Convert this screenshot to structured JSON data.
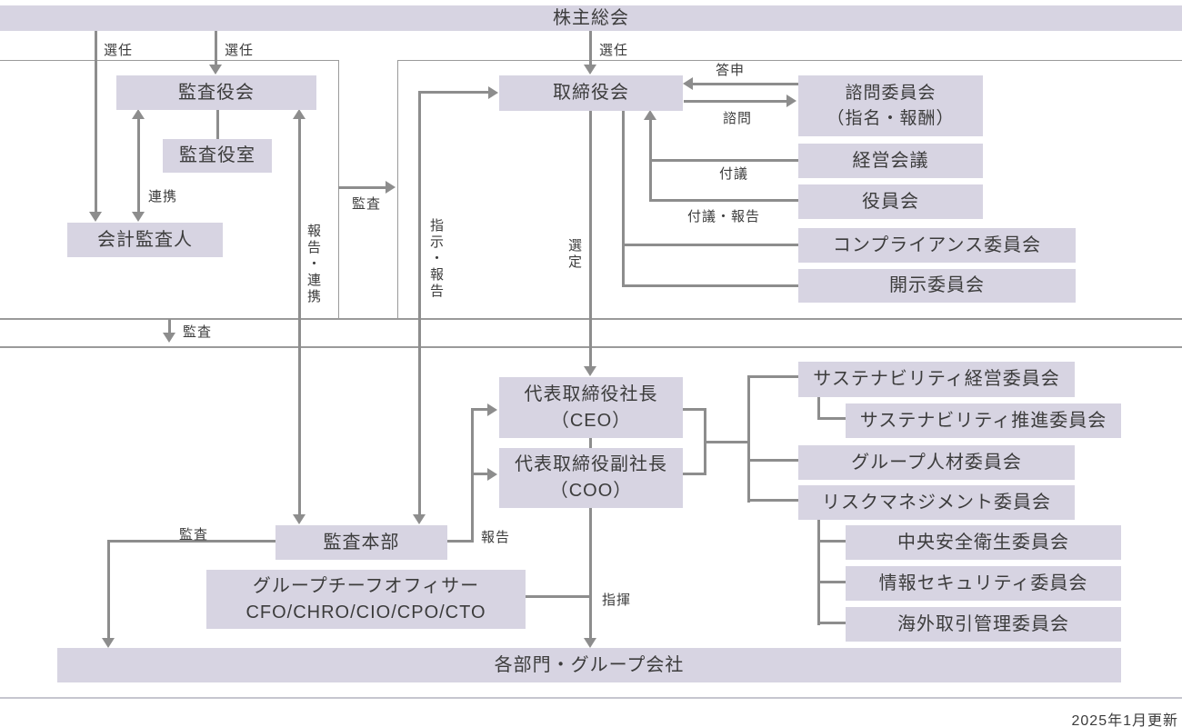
{
  "page": {
    "footer_note": "2025年1月更新"
  },
  "nodes": {
    "shareholders_meeting": "株主総会",
    "audit_and_supervisory_board": "監査役会",
    "audit_and_supervisory_board_office": "監査役室",
    "accounting_auditor": "会計監査人",
    "board_of_directors": "取締役会",
    "advisory_committee": {
      "line1": "諮問委員会",
      "line2": "（指名・報酬）"
    },
    "management_council": "経営会議",
    "executive_officers_council": "役員会",
    "compliance_committee": "コンプライアンス委員会",
    "disclosure_committee": "開示委員会",
    "president_ceo": {
      "line1": "代表取締役社長",
      "line2": "（CEO）"
    },
    "evp_coo": {
      "line1": "代表取締役副社長",
      "line2": "（COO）"
    },
    "sustainability_management_committee": "サステナビリティ経営委員会",
    "sustainability_promotion_committee": "サステナビリティ推進委員会",
    "group_talent_committee": "グループ人材委員会",
    "risk_management_committee": "リスクマネジメント委員会",
    "central_safety_health_committee": "中央安全衛生委員会",
    "information_security_committee": "情報セキュリティ委員会",
    "overseas_transaction_committee": "海外取引管理委員会",
    "audit_headquarters": "監査本部",
    "group_chief_officers": {
      "line1": "グループチーフオフィサー",
      "line2": "CFO/CHRO/CIO/CPO/CTO"
    },
    "departments_group_companies": "各部門・グループ会社"
  },
  "edge_labels": {
    "appoint": "選任",
    "cooperate": "連携",
    "audit": "監査",
    "report_cooperate": "報告・連携",
    "instruct_report": "指示・報告",
    "select": "選定",
    "reply": "答申",
    "consult": "諮問",
    "refer": "付議",
    "refer_report": "付議・報告",
    "report": "報告",
    "command": "指揮"
  },
  "colors": {
    "box_fill": "#d7d4e2",
    "line": "#8d8d8d",
    "frame": "#9a9a9a",
    "text": "#3c3c3c"
  }
}
